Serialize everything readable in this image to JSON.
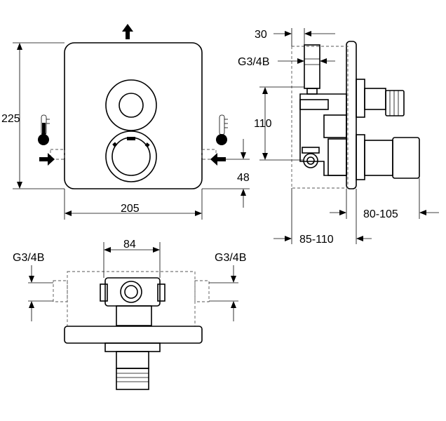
{
  "dimensions": {
    "height_total": "225",
    "width_total": "205",
    "inlet_height": "48",
    "depth_30": "30",
    "thread_top": "G3/4B",
    "spacing_110": "110",
    "depth_range_1": "85-110",
    "depth_range_2": "80-105",
    "spacing_84": "84",
    "thread_left": "G3/4B",
    "thread_right": "G3/4B"
  },
  "icons": {
    "hot": "thermometer-hot-icon",
    "cold": "thermometer-cold-icon",
    "flow_direction": "arrow-up-icon"
  }
}
